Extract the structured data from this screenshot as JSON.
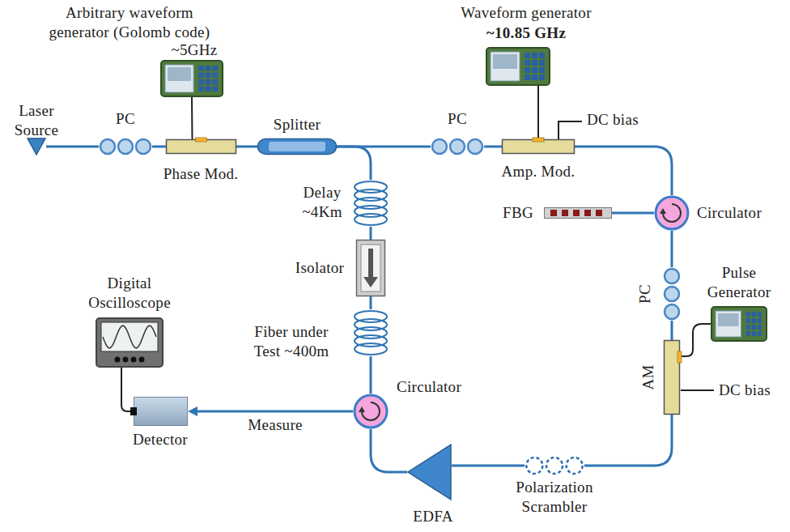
{
  "diagram": {
    "nodes": [
      {
        "text": [
          "Laser Source"
        ]
      },
      {
        "text": [
          "PC"
        ]
      },
      {
        "text": [
          "Arbitrary waveform generator (Golomb code)",
          "~5GHz"
        ]
      },
      {
        "text": [
          "Phase Mod."
        ]
      },
      {
        "text": [
          "Splitter"
        ]
      },
      {
        "text": [
          "PC"
        ]
      },
      {
        "text": [
          "Waveform generator",
          "~10.85 GHz"
        ]
      },
      {
        "text": [
          "Amp. Mod."
        ]
      },
      {
        "text": [
          "Delay ~4Km"
        ]
      },
      {
        "text": [
          "Circulator"
        ]
      },
      {
        "text": [
          "FBG"
        ]
      },
      {
        "text": [
          "PC"
        ]
      },
      {
        "text": [
          "Pulse Generator"
        ]
      },
      {
        "text": [
          "AM"
        ]
      },
      {
        "text": [
          "Polarization Scrambler"
        ]
      },
      {
        "text": [
          "EDFA"
        ]
      },
      {
        "text": [
          "Circulator"
        ]
      },
      {
        "text": [
          "Fiber under Test ~400m"
        ]
      },
      {
        "text": [
          "Isolator"
        ]
      },
      {
        "text": [
          "Digital Oscilloscope"
        ]
      },
      {
        "text": [
          "Detector"
        ]
      }
    ],
    "edges": [
      {
        "from": 0,
        "to": 1,
        "arrow": "none"
      },
      {
        "from": 1,
        "to": 3,
        "arrow": "none"
      },
      {
        "from": 2,
        "to": 3,
        "arrow": "none"
      },
      {
        "from": 3,
        "to": 4,
        "arrow": "none"
      },
      {
        "from": 4,
        "to": 5,
        "arrow": "none"
      },
      {
        "from": 5,
        "to": 7,
        "arrow": "none"
      },
      {
        "from": 6,
        "to": 7,
        "arrow": "none"
      },
      {
        "from": 7,
        "to": 9,
        "arrow": "none"
      },
      {
        "from": 10,
        "to": 9,
        "arrow": "none"
      },
      {
        "from": 9,
        "to": 11,
        "arrow": "none"
      },
      {
        "from": 11,
        "to": 13,
        "arrow": "none"
      },
      {
        "from": 12,
        "to": 13,
        "arrow": "none"
      },
      {
        "from": 13,
        "to": 14,
        "arrow": "none"
      },
      {
        "from": 14,
        "to": 15,
        "arrow": "none"
      },
      {
        "from": 15,
        "to": 16,
        "arrow": "none"
      },
      {
        "from": 4,
        "to": 8,
        "arrow": "none"
      },
      {
        "from": 8,
        "to": 18,
        "arrow": "none"
      },
      {
        "from": 18,
        "to": 17,
        "arrow": "none"
      },
      {
        "from": 17,
        "to": 16,
        "arrow": "none"
      },
      {
        "from": 16,
        "to": 20,
        "label": "Measure",
        "arrow": "to"
      },
      {
        "from": 19,
        "to": 20,
        "arrow": "none"
      }
    ],
    "labels": [
      "DC bias",
      "DC bias"
    ]
  }
}
